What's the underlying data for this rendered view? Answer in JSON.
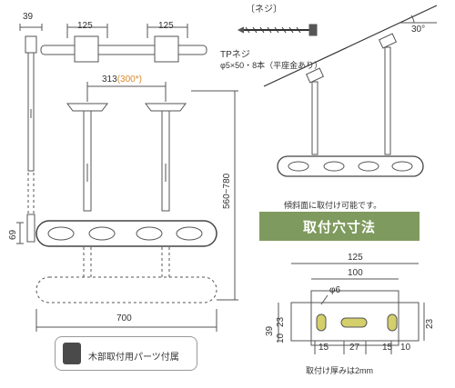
{
  "labels": {
    "side_width": "39",
    "top_bracket_left": "125",
    "top_bracket_right": "125",
    "screw_heading": "〔ネジ〕",
    "screw_name": "TPネジ",
    "screw_spec": "φ5×50・8本（平座金あり）",
    "angle": "30°",
    "pole_spacing": "313",
    "pole_spacing_alt": "(300*)",
    "height_range": "560~780",
    "bar_height": "69",
    "bar_length": "700",
    "slope_note": "傾斜面に取付け可能です。",
    "banner": "取付穴寸法",
    "hole_total": "125",
    "hole_inner": "100",
    "hole_dia": "φ6",
    "hole_height_total": "39",
    "hole_left_23": "23",
    "hole_left_10": "10",
    "hole_right_23": "23",
    "hole_bottom_15a": "15",
    "hole_bottom_27": "27",
    "hole_bottom_15b": "15",
    "hole_bottom_10": "10",
    "thickness_note": "取付け厚みは2mm",
    "parts_note": "木部取付用パーツ付属"
  }
}
